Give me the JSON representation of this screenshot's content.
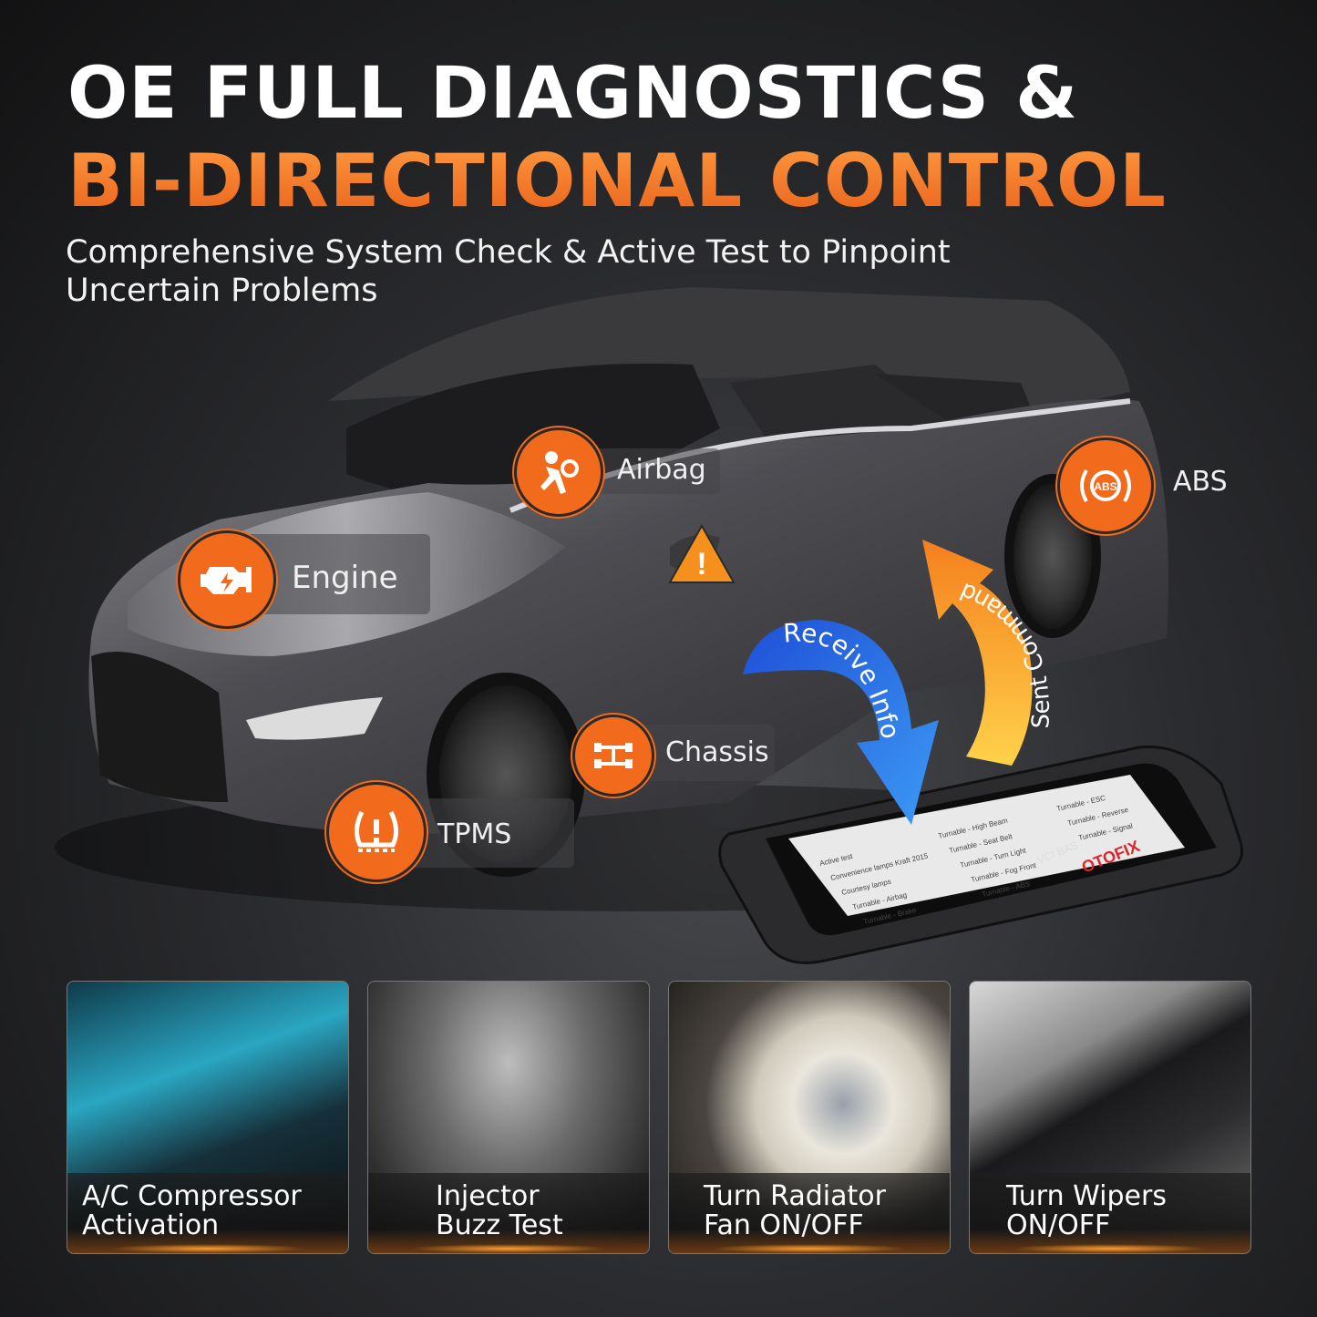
{
  "headline": {
    "line1": "OE FULL DIAGNOSTICS &",
    "line2": "BI-DIRECTIONAL CONTROL",
    "subtitle": "Comprehensive System Check & Active Test to Pinpoint Uncertain Problems"
  },
  "colors": {
    "accent": "#f26a1b",
    "receive_arrow": "#2f7fe8",
    "sent_arrow": "#f7a21e"
  },
  "systems": [
    {
      "label": "Airbag",
      "icon": "airbag-icon"
    },
    {
      "label": "Engine",
      "icon": "engine-icon"
    },
    {
      "label": "ABS",
      "icon": "abs-icon",
      "icon_text": "ABS"
    },
    {
      "label": "Chassis",
      "icon": "chassis-icon"
    },
    {
      "label": "TPMS",
      "icon": "tpms-icon"
    }
  ],
  "warning": {
    "icon": "warning-triangle-icon",
    "symbol": "!"
  },
  "arrows": {
    "receive": "Receive Info",
    "sent": "Sent Commands"
  },
  "device": {
    "brand": "OTOFIX",
    "screen_rows": [
      "Active test",
      "Convenience lamps Kraft 2015",
      "Courtesy lamps",
      "Turnable - Airbag",
      "Turnable - Brake",
      "Turnable - High Beam",
      "Turnable - Seat Belt",
      "Turnable - Turn Light",
      "Turnable - Fog Front",
      "Turnable - ABS",
      "Turnable - ESC",
      "Turnable - Reverse",
      "Turnable - Signal"
    ],
    "status_icons": "VCI BAS"
  },
  "tests": [
    {
      "line1": "A/C Compressor",
      "line2": "Activation"
    },
    {
      "line1": "Injector",
      "line2": "Buzz Test"
    },
    {
      "line1": "Turn Radiator",
      "line2": "Fan ON/OFF"
    },
    {
      "line1": "Turn Wipers",
      "line2": "ON/OFF"
    }
  ]
}
